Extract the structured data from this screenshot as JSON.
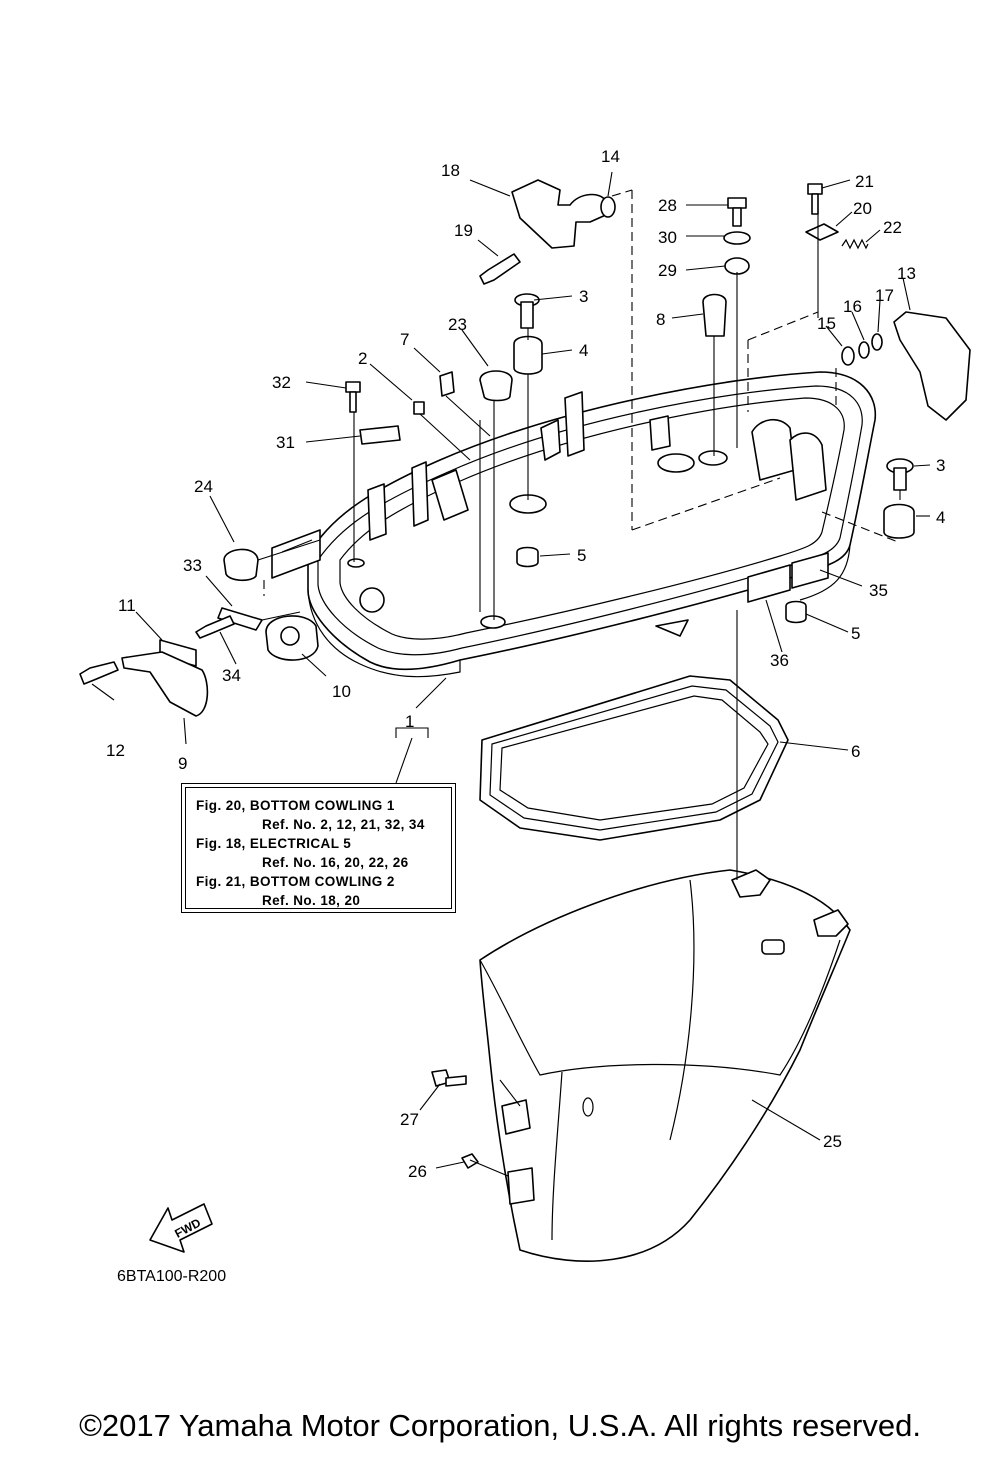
{
  "callouts": [
    "1",
    "2",
    "3",
    "3",
    "4",
    "4",
    "5",
    "5",
    "6",
    "7",
    "8",
    "9",
    "10",
    "11",
    "12",
    "13",
    "14",
    "15",
    "16",
    "17",
    "18",
    "19",
    "20",
    "21",
    "22",
    "23",
    "24",
    "25",
    "26",
    "27",
    "28",
    "29",
    "30",
    "31",
    "32",
    "33",
    "34",
    "35",
    "36"
  ],
  "reference_box": {
    "lines": [
      "Fig. 20, BOTTOM COWLING 1",
      "Ref. No. 2, 12, 21, 32, 34",
      "Fig. 18, ELECTRICAL 5",
      "Ref. No. 16, 20, 22, 26",
      "Fig. 21, BOTTOM COWLING 2",
      "Ref. No. 18, 20"
    ]
  },
  "fwd_label": "FWD",
  "diagram_code": "6BTA100-R200",
  "copyright": "©2017 Yamaha Motor Corporation, U.S.A. All rights reserved."
}
